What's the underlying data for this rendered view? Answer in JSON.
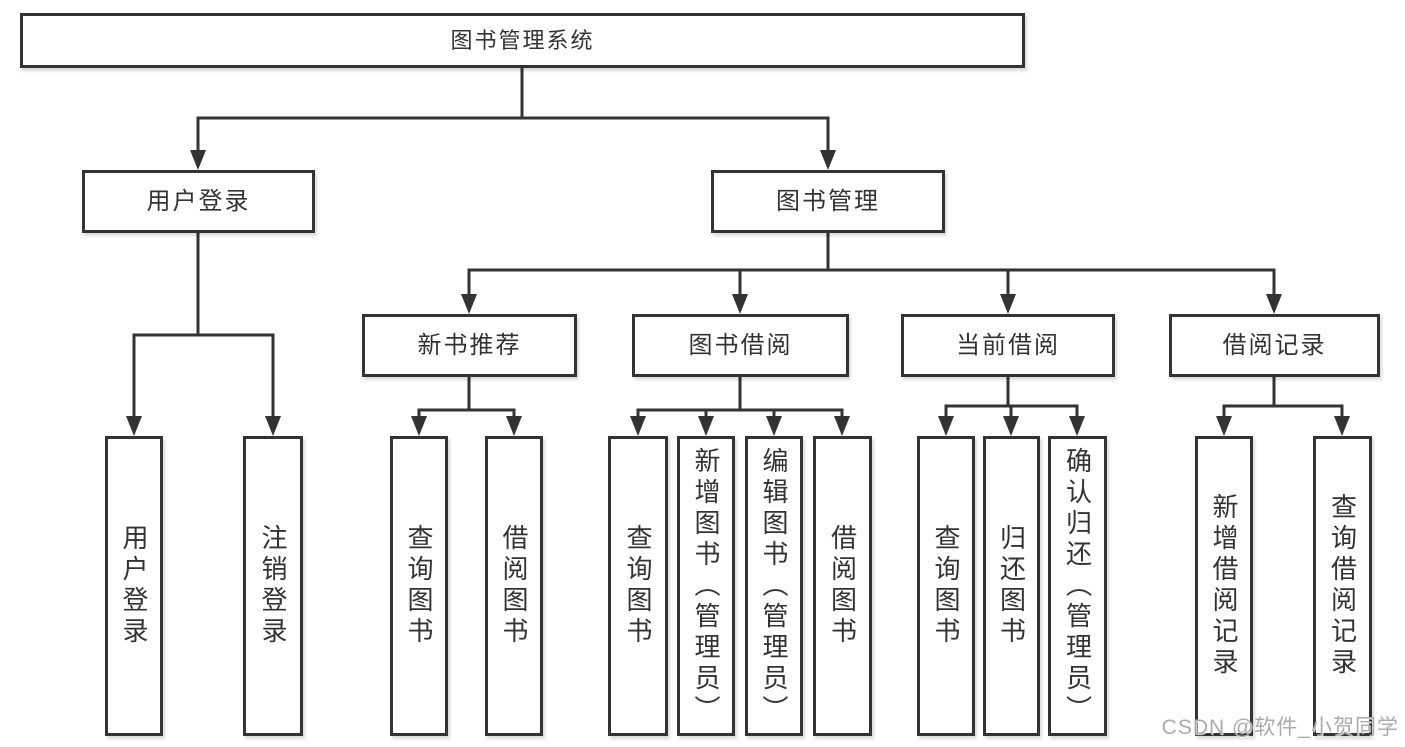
{
  "diagram": {
    "title": "图书管理系统",
    "branches": [
      {
        "label": "用户登录",
        "leaves": [
          "用户登录",
          "注销登录"
        ]
      },
      {
        "label": "图书管理",
        "sections": [
          {
            "label": "新书推荐",
            "leaves": [
              "查询图书",
              "借阅图书"
            ]
          },
          {
            "label": "图书借阅",
            "leaves": [
              "查询图书",
              "新增图书（管理员）",
              "编辑图书（管理员）",
              "借阅图书"
            ]
          },
          {
            "label": "当前借阅",
            "leaves": [
              "查询图书",
              "归还图书",
              "确认归还（管理员）"
            ]
          },
          {
            "label": "借阅记录",
            "leaves": [
              "新增借阅记录",
              "查询借阅记录"
            ]
          }
        ]
      }
    ]
  },
  "watermark": "CSDN @软件_小贺同学",
  "colors": {
    "line": "#333333",
    "box_border": "#333333",
    "text": "#333333",
    "watermark": "#ababab",
    "background": "#ffffff"
  }
}
